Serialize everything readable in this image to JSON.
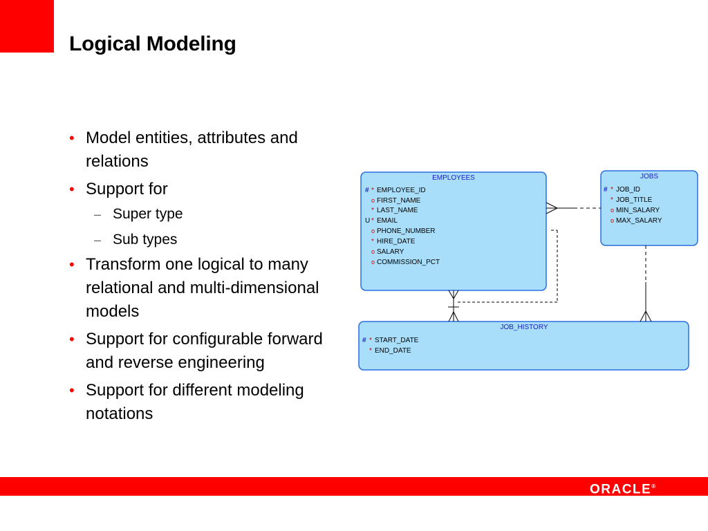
{
  "slide": {
    "title": "Logical Modeling",
    "logo_text": "ORACLE",
    "logo_mark": "®",
    "bullets": [
      "Model entities, attributes and relations",
      "Support for",
      "Super type",
      "Sub types",
      "Transform one logical to many relational and multi-dimensional models",
      "Support for configurable forward and reverse engineering",
      "Support for different modeling notations"
    ]
  },
  "diagram": {
    "entities": {
      "employees": {
        "name": "EMPLOYEES",
        "attributes": [
          {
            "marker1": "#",
            "marker2": "*",
            "name": "EMPLOYEE_ID"
          },
          {
            "marker1": "",
            "marker2": "o",
            "name": "FIRST_NAME"
          },
          {
            "marker1": "",
            "marker2": "*",
            "name": "LAST_NAME"
          },
          {
            "marker1": "U",
            "marker2": "*",
            "name": "EMAIL"
          },
          {
            "marker1": "",
            "marker2": "o",
            "name": "PHONE_NUMBER"
          },
          {
            "marker1": "",
            "marker2": "*",
            "name": "HIRE_DATE"
          },
          {
            "marker1": "",
            "marker2": "o",
            "name": "SALARY"
          },
          {
            "marker1": "",
            "marker2": "o",
            "name": "COMMISSION_PCT"
          }
        ]
      },
      "jobs": {
        "name": "JOBS",
        "attributes": [
          {
            "marker1": "#",
            "marker2": "*",
            "name": "JOB_ID"
          },
          {
            "marker1": "",
            "marker2": "*",
            "name": "JOB_TITLE"
          },
          {
            "marker1": "",
            "marker2": "o",
            "name": "MIN_SALARY"
          },
          {
            "marker1": "",
            "marker2": "o",
            "name": "MAX_SALARY"
          }
        ]
      },
      "job_history": {
        "name": "JOB_HISTORY",
        "attributes": [
          {
            "marker1": "#",
            "marker2": "*",
            "name": "START_DATE"
          },
          {
            "marker1": "",
            "marker2": "*",
            "name": "END_DATE"
          }
        ]
      }
    },
    "colors": {
      "entity_fill": "#a9defa",
      "entity_border": "#2a6de0",
      "relationship_line": "#000000",
      "accent_red": "#ff0000"
    }
  }
}
